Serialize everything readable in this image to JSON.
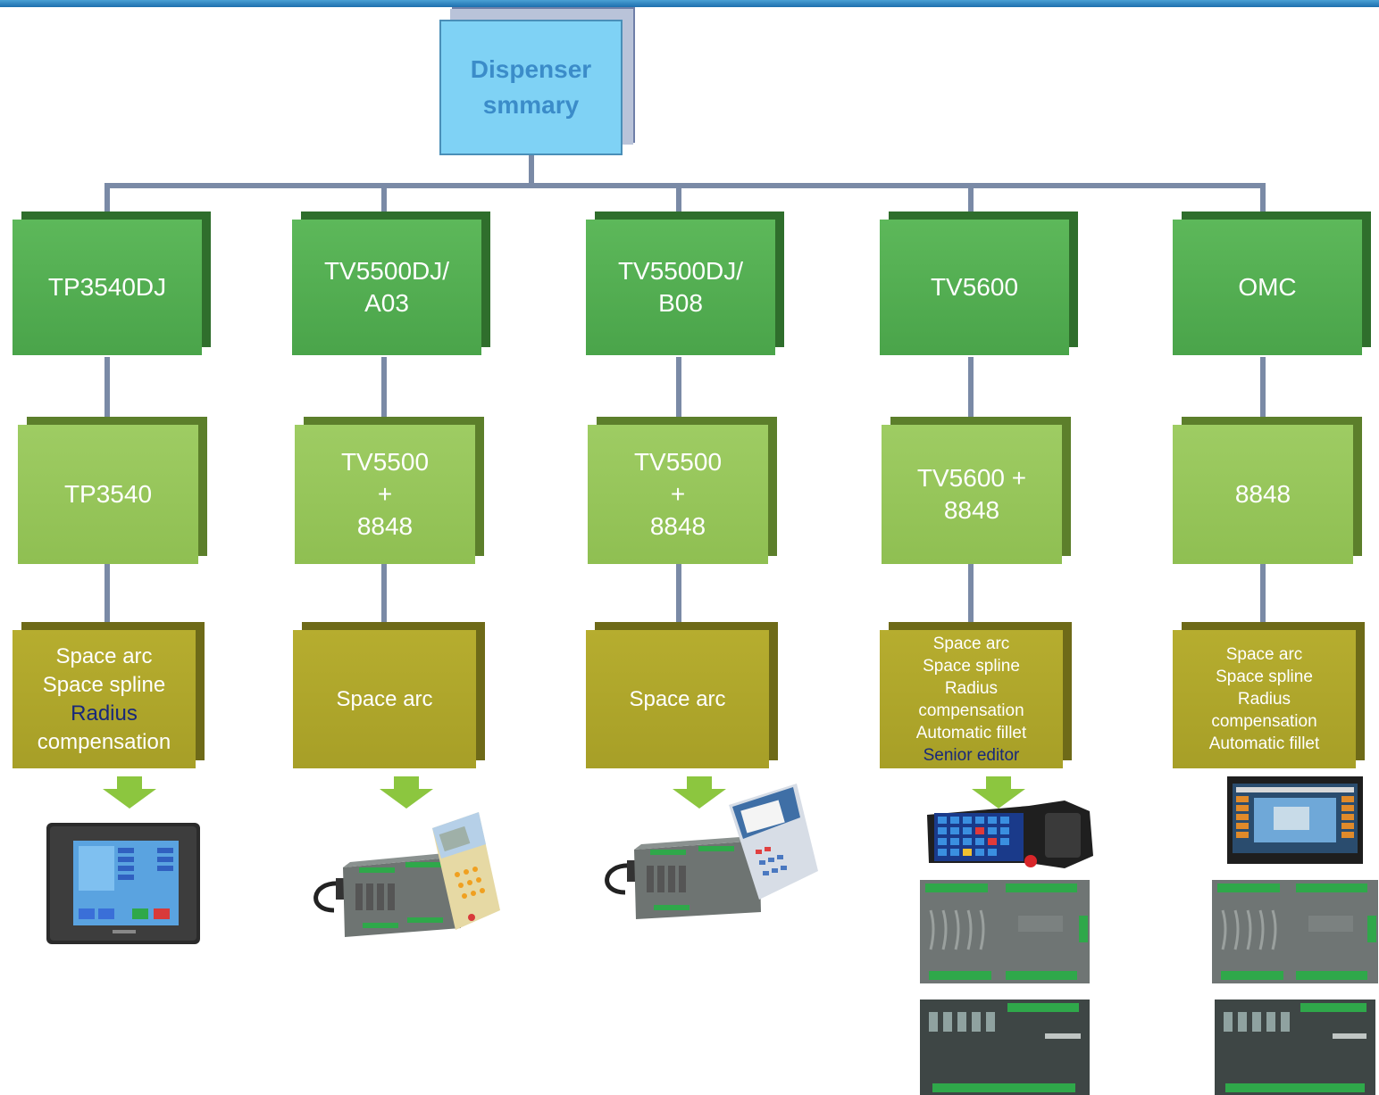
{
  "root": {
    "line1": "Dispenser",
    "line2": "smmary"
  },
  "columns": [
    {
      "model": [
        "TP3540DJ"
      ],
      "controller": [
        "TP3540"
      ],
      "features": [
        "Space arc",
        "Space  spline",
        "Radius",
        "compensation"
      ],
      "device_icon": "touch-screen-panel-icon"
    },
    {
      "model": [
        "TV5500DJ/",
        "A03"
      ],
      "controller": [
        "TV5500",
        "+",
        "8848"
      ],
      "features": [
        "Space arc"
      ],
      "device_icon": "controller-with-handheld-pendant-icon"
    },
    {
      "model": [
        "TV5500DJ/",
        "B08"
      ],
      "controller": [
        "TV5500",
        "+",
        "8848"
      ],
      "features": [
        "Space arc"
      ],
      "device_icon": "controller-with-handheld-pendant-icon"
    },
    {
      "model": [
        "TV5600"
      ],
      "controller": [
        "TV5600 +",
        "8848"
      ],
      "features": [
        "Space arc",
        "Space spline",
        "Radius",
        "compensation",
        "Automatic fillet",
        "Senior editor"
      ],
      "device_icon": "handheld-teach-pendant-and-motion-controller-icon"
    },
    {
      "model": [
        "OMC"
      ],
      "controller": [
        "8848"
      ],
      "features": [
        "Space arc",
        "Space spline",
        "Radius",
        "compensation",
        "Automatic fillet"
      ],
      "device_icon": "hmi-screen-and-motion-controller-icon"
    }
  ],
  "colors": {
    "root_fill": "#7fd2f5",
    "model_fill": "#4fa84d",
    "controller_fill": "#93c255",
    "feature_fill": "#aca42a",
    "connector": "#7a8aa6",
    "arrow": "#8cc63f",
    "emphasis_text": "#18287a"
  }
}
